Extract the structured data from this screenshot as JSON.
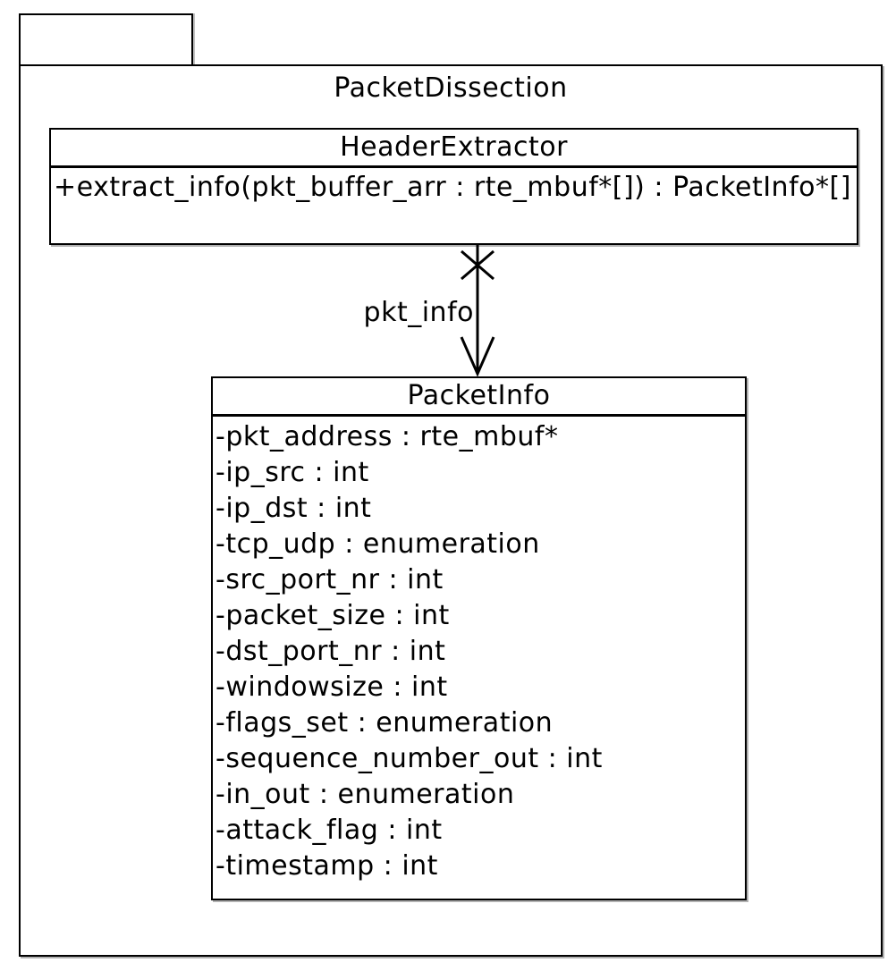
{
  "package": {
    "name": "PacketDissection"
  },
  "classes": [
    {
      "name": "HeaderExtractor",
      "members": [
        "+extract_info(pkt_buffer_arr : rte_mbuf*[]) : PacketInfo*[]"
      ]
    },
    {
      "name": "PacketInfo",
      "members": [
        "-pkt_address : rte_mbuf*",
        "-ip_src : int",
        "-ip_dst : int",
        "-tcp_udp : enumeration",
        "-src_port_nr : int",
        "-packet_size : int",
        "-dst_port_nr : int",
        "-windowsize : int",
        "-flags_set : enumeration",
        "-sequence_number_out : int",
        "-in_out : enumeration",
        "-attack_flag : int",
        "-timestamp : int"
      ]
    }
  ],
  "connector": {
    "label": "pkt_info",
    "from": "HeaderExtractor",
    "to": "PacketInfo",
    "source_decoration": "x-mark",
    "target_decoration": "open-arrowhead"
  },
  "colors": {
    "background": "#ffffff",
    "line": "#000000",
    "text": "#000000"
  }
}
